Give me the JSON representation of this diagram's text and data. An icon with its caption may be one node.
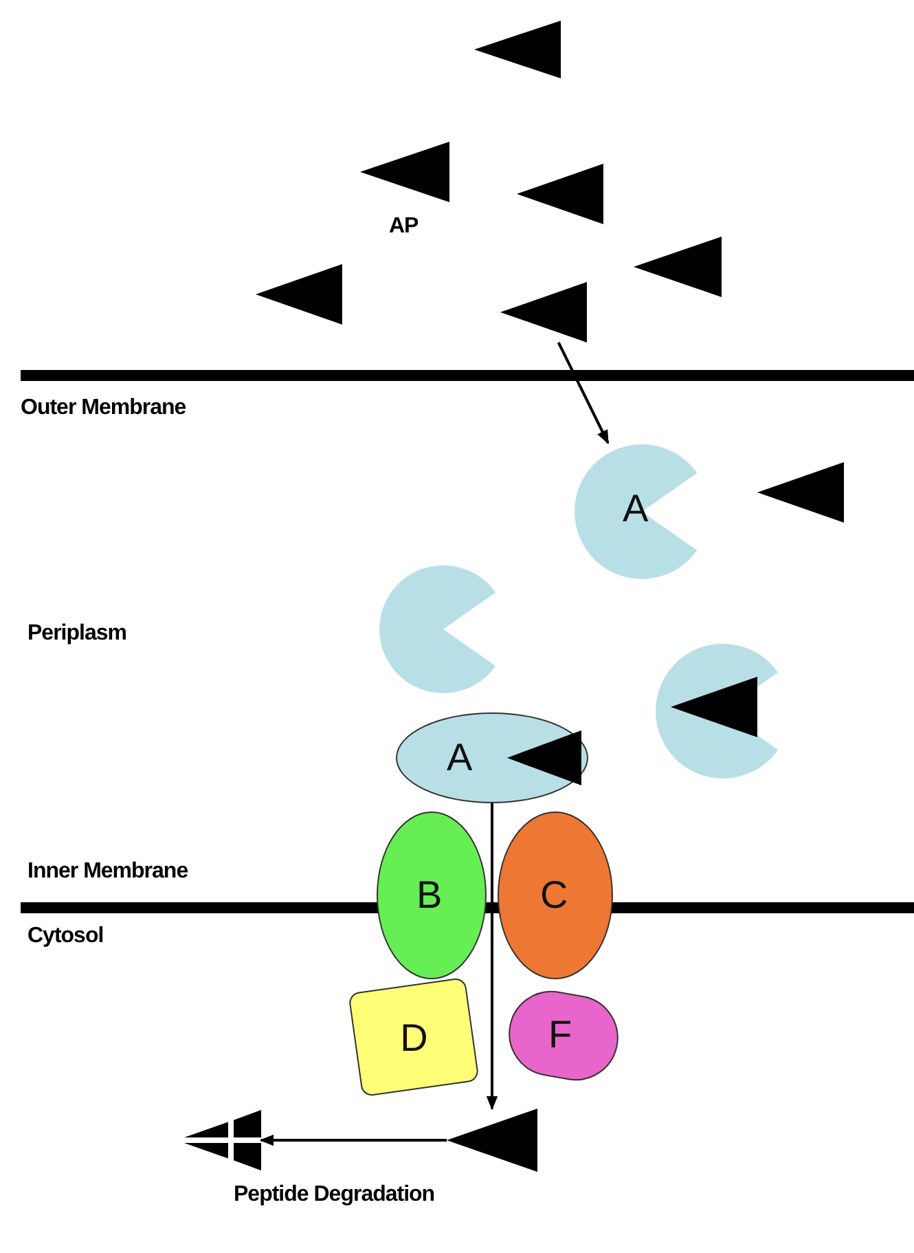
{
  "diagram": {
    "nodes": [
      {
        "text": [],
        "shape": "triangle"
      },
      {
        "text": [],
        "shape": "triangle"
      },
      {
        "text": [],
        "shape": "triangle"
      },
      {
        "text": [],
        "shape": "triangle"
      },
      {
        "text": [],
        "shape": "triangle"
      },
      {
        "text": [],
        "shape": "triangle"
      },
      {
        "text": [
          "A"
        ]
      },
      {
        "text": [],
        "shape": "triangle"
      },
      {
        "text": [],
        "shape": "circle"
      },
      {
        "text": [],
        "shape": "circle"
      },
      {
        "text": [],
        "shape": "triangle",
        "in": 9
      },
      {
        "text": [
          "A"
        ]
      },
      {
        "text": [],
        "shape": "triangle",
        "in": 11
      },
      {
        "text": [
          "B"
        ]
      },
      {
        "text": [
          "C"
        ]
      },
      {
        "text": [
          "D"
        ]
      },
      {
        "text": [
          "F"
        ]
      },
      {
        "text": [],
        "shape": "triangle"
      },
      {
        "text": [],
        "shape": "picture"
      }
    ],
    "edges": [
      {
        "from": 5,
        "to": 6,
        "arrow": "to"
      },
      {
        "from": 11,
        "to": 17,
        "arrow": "to"
      },
      {
        "from": 17,
        "to": 18,
        "arrow": "to"
      }
    ],
    "labels": [
      "AP",
      "Outer Membrane",
      "Periplasm",
      "Inner Membrane",
      "Cytosol",
      "Peptide Degradation"
    ]
  }
}
